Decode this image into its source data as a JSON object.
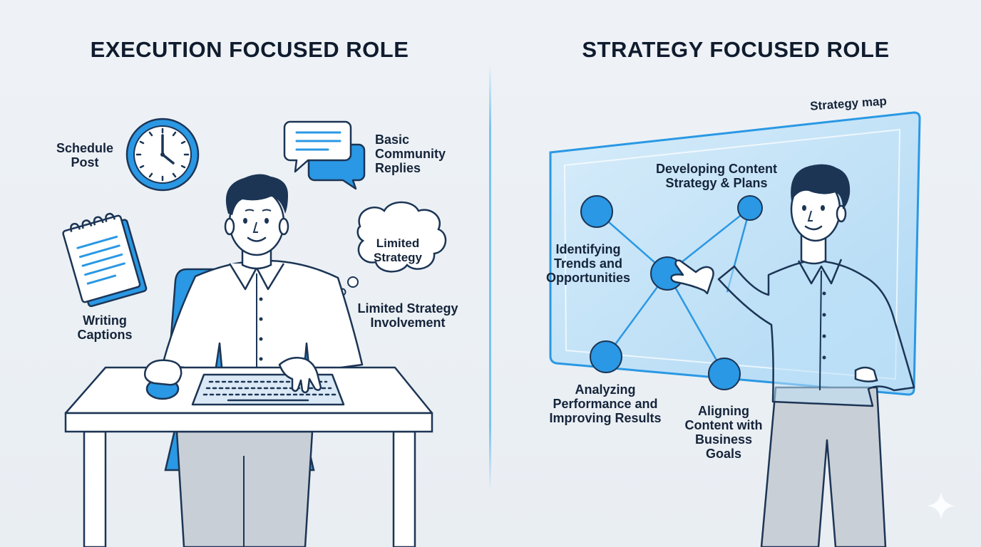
{
  "left_panel": {
    "title": "EXECUTION FOCUSED ROLE",
    "tasks": {
      "schedule_post": "Schedule\nPost",
      "basic_community_replies": "Basic\nCommunity\nReplies",
      "writing_captions": "Writing\nCaptions",
      "thought_bubble": "Limited\nStrategy",
      "limited_strategy_involvement": "Limited Strategy\nInvolvement"
    }
  },
  "right_panel": {
    "title": "STRATEGY FOCUSED ROLE",
    "board_label": "Strategy map",
    "nodes": {
      "developing": "Developing Content\nStrategy & Plans",
      "identifying": "Identifying\nTrends and\nOpportunities",
      "analyzing": "Analyzing\nPerformance and\nImproving Results",
      "aligning": "Aligning\nContent with\nBusiness\nGoals"
    }
  },
  "colors": {
    "accent": "#2a98e4",
    "accent_light": "#bfe1f7",
    "line": "#1c3555",
    "text": "#15243a",
    "background": "#eef2f6"
  }
}
